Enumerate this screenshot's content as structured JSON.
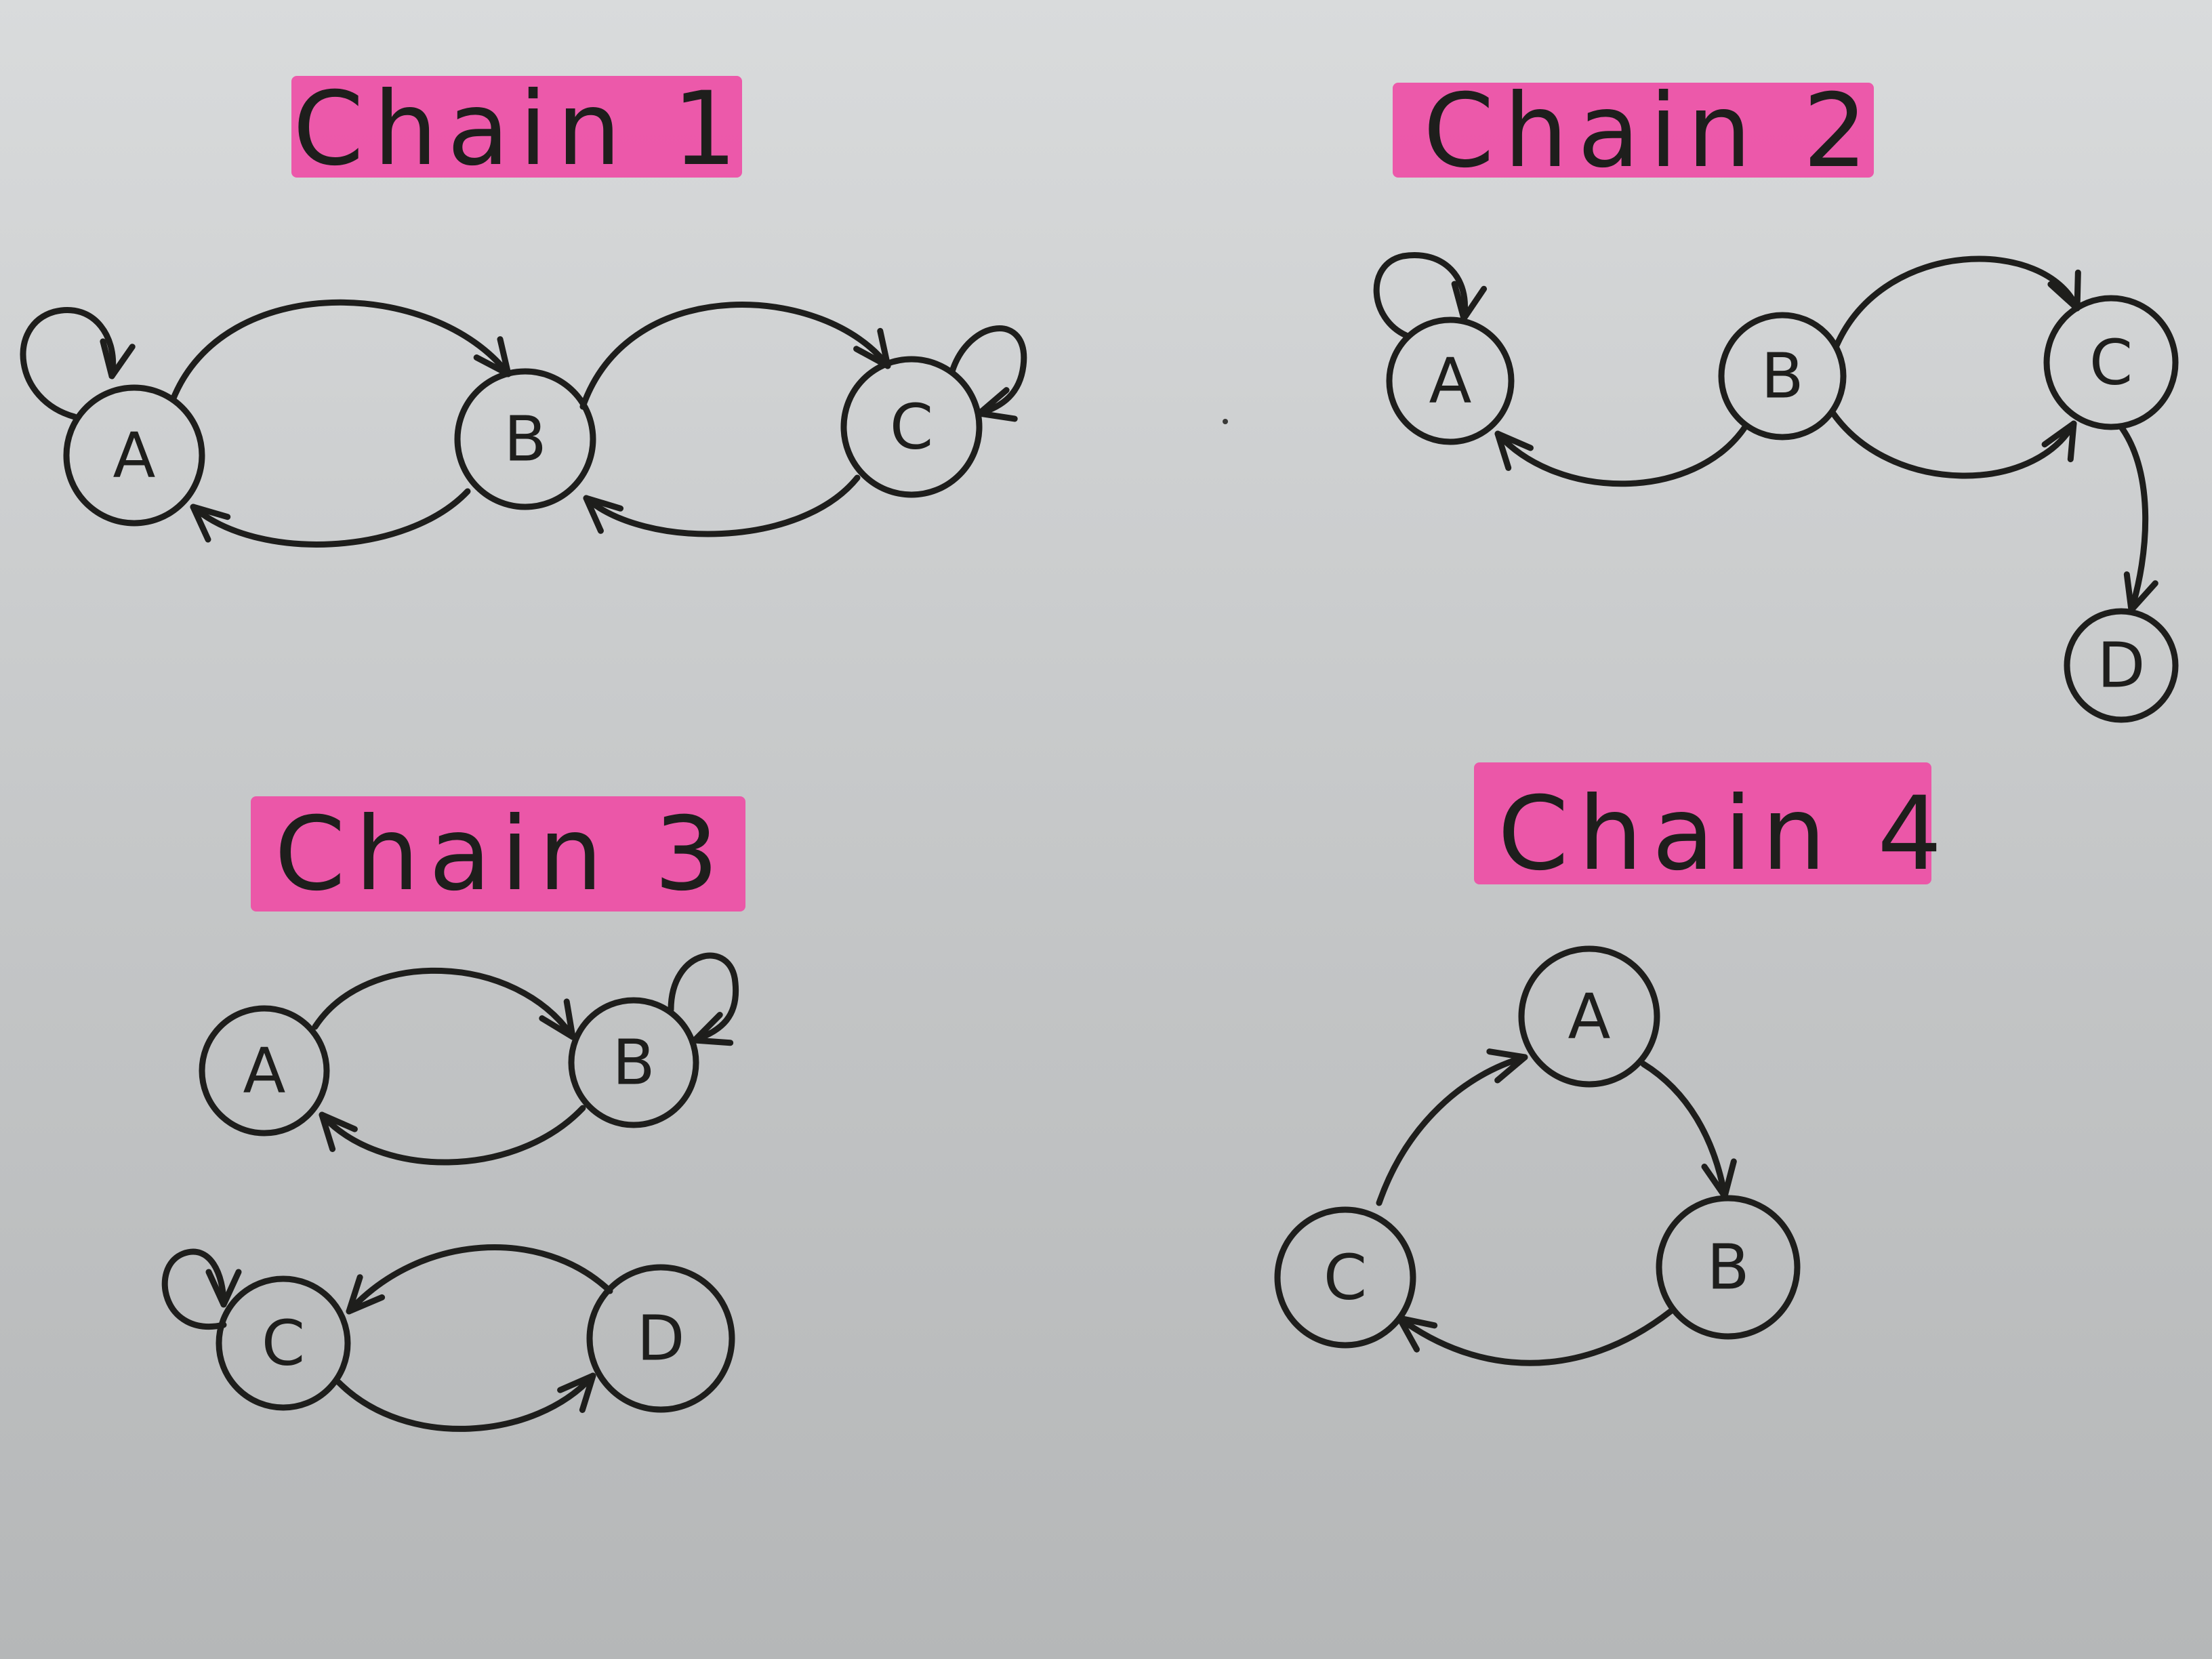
{
  "diagrams": [
    {
      "title": "Chain 1",
      "nodes": [
        "A",
        "B",
        "C"
      ],
      "edges": [
        {
          "from": "A",
          "to": "A"
        },
        {
          "from": "A",
          "to": "B"
        },
        {
          "from": "B",
          "to": "A"
        },
        {
          "from": "B",
          "to": "C"
        },
        {
          "from": "C",
          "to": "B"
        },
        {
          "from": "C",
          "to": "C"
        }
      ]
    },
    {
      "title": "Chain 2",
      "nodes": [
        "A",
        "B",
        "C",
        "D"
      ],
      "edges": [
        {
          "from": "A",
          "to": "A"
        },
        {
          "from": "B",
          "to": "A"
        },
        {
          "from": "B",
          "to": "C"
        },
        {
          "from": "B",
          "to": "C"
        },
        {
          "from": "C",
          "to": "D"
        }
      ]
    },
    {
      "title": "Chain 3",
      "nodes": [
        "A",
        "B",
        "C",
        "D"
      ],
      "edges": [
        {
          "from": "A",
          "to": "B"
        },
        {
          "from": "B",
          "to": "A"
        },
        {
          "from": "B",
          "to": "B"
        },
        {
          "from": "C",
          "to": "C"
        },
        {
          "from": "D",
          "to": "C"
        },
        {
          "from": "C",
          "to": "D"
        }
      ]
    },
    {
      "title": "Chain 4",
      "nodes": [
        "A",
        "B",
        "C"
      ],
      "edges": [
        {
          "from": "C",
          "to": "A"
        },
        {
          "from": "A",
          "to": "B"
        },
        {
          "from": "B",
          "to": "C"
        }
      ]
    }
  ],
  "colors": {
    "highlighter": "#ee4fa6",
    "ink": "#1e1e1c",
    "paper": "#cdcfd0"
  }
}
